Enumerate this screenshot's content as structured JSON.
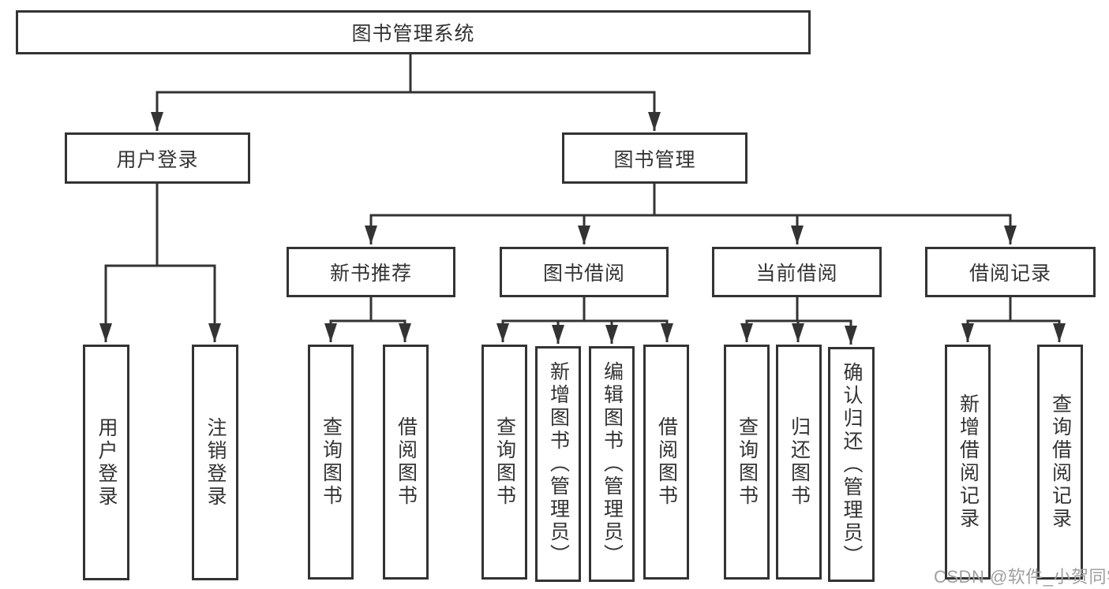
{
  "diagram": {
    "title_note": "functional structure tree",
    "root": {
      "label": "图书管理系统"
    },
    "level2": {
      "user_login": {
        "label": "用户登录"
      },
      "book_mgmt": {
        "label": "图书管理"
      }
    },
    "level3": {
      "new_books": {
        "label": "新书推荐"
      },
      "book_borrow": {
        "label": "图书借阅"
      },
      "current_borrow": {
        "label": "当前借阅"
      },
      "borrow_records": {
        "label": "借阅记录"
      }
    },
    "leaves": {
      "user_login": [
        "用户登录",
        "注销登录"
      ],
      "new_books": [
        "查询图书",
        "借阅图书"
      ],
      "book_borrow": [
        "查询图书",
        "新增图书（管理员）",
        "编辑图书（管理员）",
        "借阅图书"
      ],
      "current_borrow": [
        "查询图书",
        "归还图书",
        "确认归还（管理员）"
      ],
      "borrow_records": [
        "新增借阅记录",
        "查询借阅记录"
      ]
    }
  },
  "watermark": {
    "text": "CSDN @软件_小贺同学"
  },
  "colors": {
    "line": "#333333",
    "text": "#333333",
    "box_background": "#ffffff",
    "watermark": "#9f9f9f",
    "background": "#ffffff"
  }
}
